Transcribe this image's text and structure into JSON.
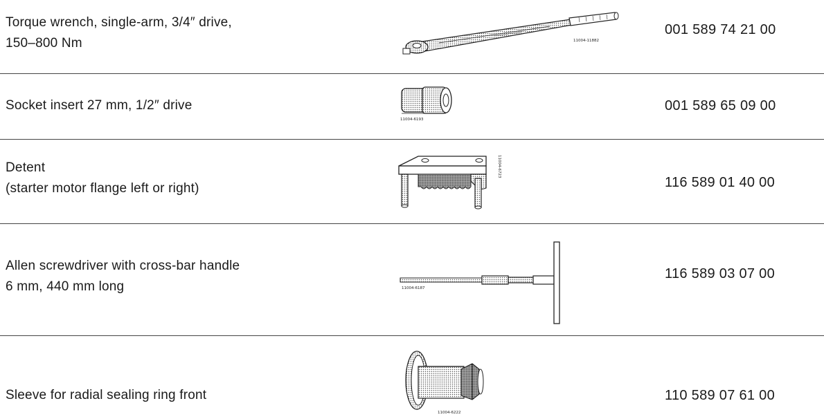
{
  "tools": [
    {
      "description": [
        "Torque wrench, single-arm, 3/4″ drive,",
        "150–800 Nm"
      ],
      "figure_no": "11004-11882",
      "part_number": "001 589 74 21 00",
      "icon": "torque-wrench-icon"
    },
    {
      "description": [
        "Socket insert 27 mm, 1/2″ drive"
      ],
      "figure_no": "11004-6193",
      "part_number": "001 589 65 09 00",
      "icon": "socket-insert-icon"
    },
    {
      "description": [
        "Detent",
        "(starter motor flange left or right)"
      ],
      "figure_no": "11004-6723",
      "part_number": "116 589 01 40 00",
      "icon": "detent-icon"
    },
    {
      "description": [
        "Allen screwdriver with cross-bar handle",
        "6 mm, 440 mm long"
      ],
      "figure_no": "11004-6187",
      "part_number": "116 589 03 07 00",
      "icon": "allen-screwdriver-icon"
    },
    {
      "description": [
        "Sleeve for radial sealing ring front"
      ],
      "figure_no": "11004-6222",
      "part_number": "110 589 07 61 00",
      "icon": "sealing-sleeve-icon"
    }
  ]
}
